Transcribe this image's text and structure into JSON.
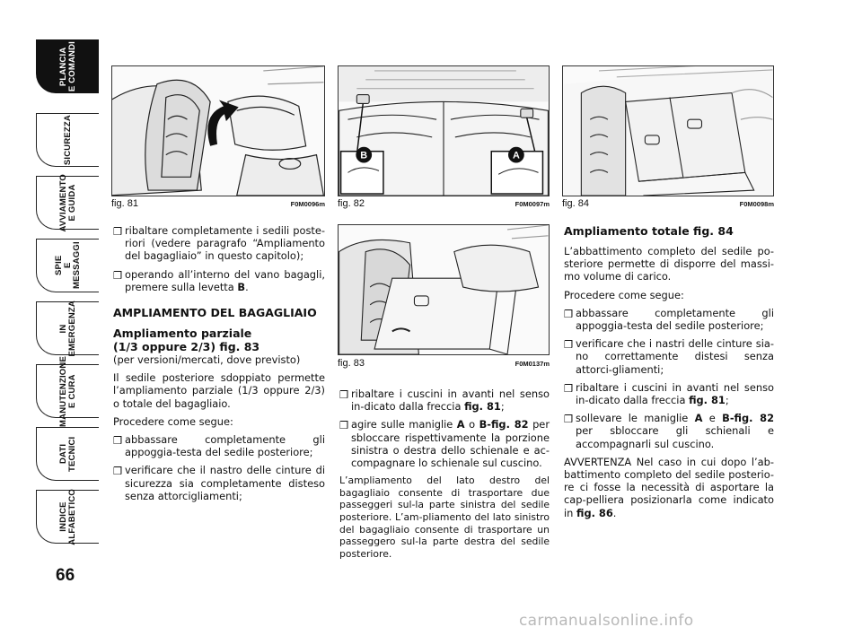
{
  "tabs": [
    {
      "label": "PLANCIA\nE COMANDI",
      "active": true
    },
    {
      "label": "SICUREZZA",
      "active": false
    },
    {
      "label": "AVVIAMENTO\nE GUIDA",
      "active": false
    },
    {
      "label": "SPIE\nE MESSAGGI",
      "active": false
    },
    {
      "label": "IN\nEMERGENZA",
      "active": false
    },
    {
      "label": "MANUTENZIONE\nE CURA",
      "active": false
    },
    {
      "label": "DATI TECNICI",
      "active": false
    },
    {
      "label": "INDICE\nALFABETICO",
      "active": false
    }
  ],
  "page_number": "66",
  "figures": {
    "f81": {
      "caption": "fig. 81",
      "code": "F0M0096m"
    },
    "f82": {
      "caption": "fig. 82",
      "code": "F0M0097m",
      "label_a": "A",
      "label_b": "B"
    },
    "f83": {
      "caption": "fig. 83",
      "code": "F0M0137m"
    },
    "f84": {
      "caption": "fig. 84",
      "code": "F0M0098m"
    }
  },
  "col1": {
    "b1": "ribaltare completamente i sedili poste-riori (vedere paragrafo “Ampliamento del bagagliaio” in questo capitolo);",
    "b2_pre": "operando all’interno del vano bagagli, premere sulla levetta ",
    "b2_bold": "B",
    "b2_post": ".",
    "heading": "AMPLIAMENTO DEL BAGAGLIAIO",
    "sub1": "Ampliamento parziale",
    "sub2": "(1/3 oppure 2/3) fig. 83",
    "sub_note": "(per versioni/mercati, dove previsto)",
    "p1": "Il sedile posteriore sdoppiato permette l’ampliamento parziale (1/3 oppure 2/3) o totale del bagagliaio.",
    "p2": "Procedere come segue:",
    "b3": "abbassare completamente gli appoggia-testa del sedile posteriore;",
    "b4": "verificare che il nastro delle cinture di sicurezza sia completamente disteso senza attorcigliamenti;"
  },
  "col2": {
    "b1_pre": "ribaltare i cuscini in avanti nel senso in-dicato dalla freccia ",
    "b1_bold": "fig. 81",
    "b1_post": ";",
    "b2_pre": "agire sulle maniglie ",
    "b2_a": "A",
    "b2_mid": " o ",
    "b2_fig": "B-fig. 82",
    "b2_post": " per sbloccare rispettivamente la porzione sinistra o destra dello schienale e ac-compagnare lo schienale sul cuscino.",
    "p1": "L’ampliamento del lato destro del bagagliaio consente di trasportare due passeggeri sul-la parte sinistra del sedile posteriore. L’am-pliamento del lato sinistro del bagagliaio consente di trasportare un passeggero sul-la parte destra del sedile posteriore."
  },
  "col3": {
    "heading": "Ampliamento totale fig. 84",
    "p1": "L’abbattimento completo del sedile po-steriore permette di disporre del massi-mo volume di carico.",
    "p2": "Procedere come segue:",
    "b1": "abbassare completamente gli appoggia-testa del sedile posteriore;",
    "b2": "verificare che i nastri delle cinture sia-no correttamente distesi senza attorci-gliamenti;",
    "b3_pre": "ribaltare i cuscini in avanti nel senso in-dicato dalla freccia ",
    "b3_bold": "fig. 81",
    "b3_post": ";",
    "b4_pre": "sollevare le maniglie ",
    "b4_a": "A",
    "b4_mid": " e ",
    "b4_fig": "B-fig. 82",
    "b4_post": " per sbloccare gli schienali e accompagnarli sul cuscino.",
    "p3_pre": "AVVERTENZA Nel caso in cui dopo l’ab-battimento completo del sedile posterio-re ci fosse la necessità di asportare la cap-pelliera posizionarla come indicato in ",
    "p3_bold": "fig. 86",
    "p3_post": "."
  },
  "bullet_glyph": "❒",
  "watermark": "carmanualsonline.info"
}
